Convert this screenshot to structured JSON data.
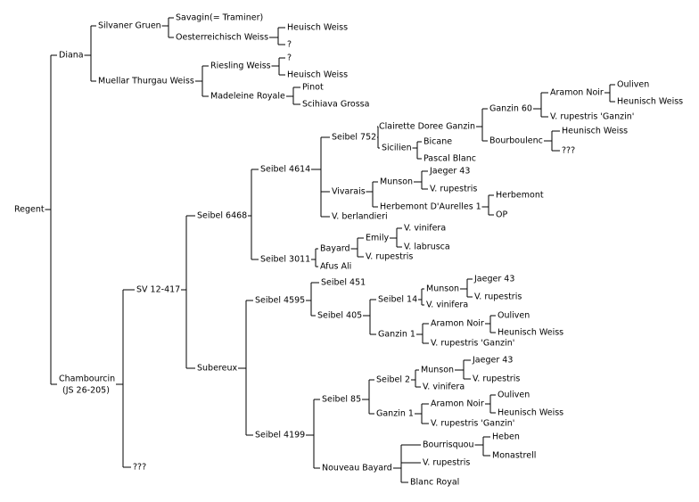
{
  "pedigree": {
    "name": "Regent",
    "children": [
      {
        "name": "Diana",
        "children": [
          {
            "name": "Silvaner Gruen",
            "children": [
              {
                "name": "Savagin(= Traminer)"
              },
              {
                "name": "Oesterreichisch Weiss",
                "children": [
                  {
                    "name": "Heuisch Weiss"
                  },
                  {
                    "name": "?"
                  }
                ]
              }
            ]
          },
          {
            "name": "Muellar Thurgau Weiss",
            "children": [
              {
                "name": "Riesling Weiss",
                "children": [
                  {
                    "name": "?"
                  },
                  {
                    "name": "Heuisch Weiss"
                  }
                ]
              },
              {
                "name": "Madeleine Royale",
                "children": [
                  {
                    "name": "Pinot"
                  },
                  {
                    "name": "Scihiava Grossa"
                  }
                ]
              }
            ]
          }
        ]
      },
      {
        "name": "Chambourcin",
        "name2": "(JS 26-205)",
        "children": [
          {
            "name": "SV 12-417",
            "children": [
              {
                "name": "Seibel 6468",
                "children": [
                  {
                    "name": "Seibel 4614",
                    "children": [
                      {
                        "name": "Seibel 752",
                        "children": [
                          {
                            "name": "Clairette Doree Ganzin",
                            "children": [
                              {
                                "name": "Ganzin 60",
                                "children": [
                                  {
                                    "name": "Aramon Noir",
                                    "children": [
                                      {
                                        "name": "Ouliven"
                                      },
                                      {
                                        "name": "Heunisch Weiss"
                                      }
                                    ]
                                  },
                                  {
                                    "name": "V. rupestris 'Ganzin'"
                                  }
                                ]
                              },
                              {
                                "name": "Bourboulenc",
                                "children": [
                                  {
                                    "name": "Heunisch Weiss"
                                  },
                                  {
                                    "name": "???"
                                  }
                                ]
                              }
                            ]
                          },
                          {
                            "name": "Sicilien",
                            "children": [
                              {
                                "name": "Bicane"
                              },
                              {
                                "name": "Pascal Blanc"
                              }
                            ]
                          }
                        ]
                      },
                      {
                        "name": "Vivarais",
                        "children": [
                          {
                            "name": "Munson",
                            "children": [
                              {
                                "name": "Jaeger 43"
                              },
                              {
                                "name": "V. rupestris"
                              }
                            ]
                          },
                          {
                            "name": "Herbemont D'Aurelles 1",
                            "children": [
                              {
                                "name": "Herbemont"
                              },
                              {
                                "name": "OP"
                              }
                            ]
                          }
                        ]
                      },
                      {
                        "name": "V. berlandieri"
                      }
                    ]
                  },
                  {
                    "name": "Seibel 3011",
                    "children": [
                      {
                        "name": "Bayard",
                        "children": [
                          {
                            "name": "Emily",
                            "children": [
                              {
                                "name": "V. vinifera"
                              },
                              {
                                "name": "V. labrusca"
                              }
                            ]
                          },
                          {
                            "name": "V. rupestris"
                          }
                        ]
                      },
                      {
                        "name": "Afus Ali"
                      }
                    ]
                  }
                ]
              },
              {
                "name": "Subereux",
                "children": [
                  {
                    "name": "Seibel 4595",
                    "children": [
                      {
                        "name": "Seibel 451"
                      },
                      {
                        "name": "Seibel 405",
                        "children": [
                          {
                            "name": "Seibel 14",
                            "children": [
                              {
                                "name": "Munson",
                                "children": [
                                  {
                                    "name": "Jaeger 43"
                                  },
                                  {
                                    "name": "V. rupestris"
                                  }
                                ]
                              },
                              {
                                "name": "V. vinifera"
                              }
                            ]
                          },
                          {
                            "name": "Ganzin 1",
                            "children": [
                              {
                                "name": "Aramon Noir",
                                "children": [
                                  {
                                    "name": "Ouliven"
                                  },
                                  {
                                    "name": "Heunisch Weiss"
                                  }
                                ]
                              },
                              {
                                "name": "V. rupestris 'Ganzin'"
                              }
                            ]
                          }
                        ]
                      }
                    ]
                  },
                  {
                    "name": "Seibel 4199",
                    "children": [
                      {
                        "name": "Seibel 85",
                        "children": [
                          {
                            "name": "Seibel 2",
                            "children": [
                              {
                                "name": "Munson",
                                "children": [
                                  {
                                    "name": "Jaeger 43"
                                  },
                                  {
                                    "name": "V. rupestris"
                                  }
                                ]
                              },
                              {
                                "name": "V. vinifera"
                              }
                            ]
                          },
                          {
                            "name": "Ganzin 1",
                            "children": [
                              {
                                "name": "Aramon Noir",
                                "children": [
                                  {
                                    "name": "Ouliven"
                                  },
                                  {
                                    "name": "Heunisch Weiss"
                                  }
                                ]
                              },
                              {
                                "name": "V. rupestris 'Ganzin'"
                              }
                            ]
                          }
                        ]
                      },
                      {
                        "name": "Nouveau Bayard",
                        "children": [
                          {
                            "name": "Bourrisquou",
                            "children": [
                              {
                                "name": "Heben"
                              },
                              {
                                "name": "Monastrell"
                              }
                            ]
                          },
                          {
                            "name": "V. rupestris"
                          },
                          {
                            "name": "Blanc Royal"
                          }
                        ]
                      }
                    ]
                  }
                ]
              }
            ]
          },
          {
            "name": "???"
          }
        ]
      }
    ]
  }
}
